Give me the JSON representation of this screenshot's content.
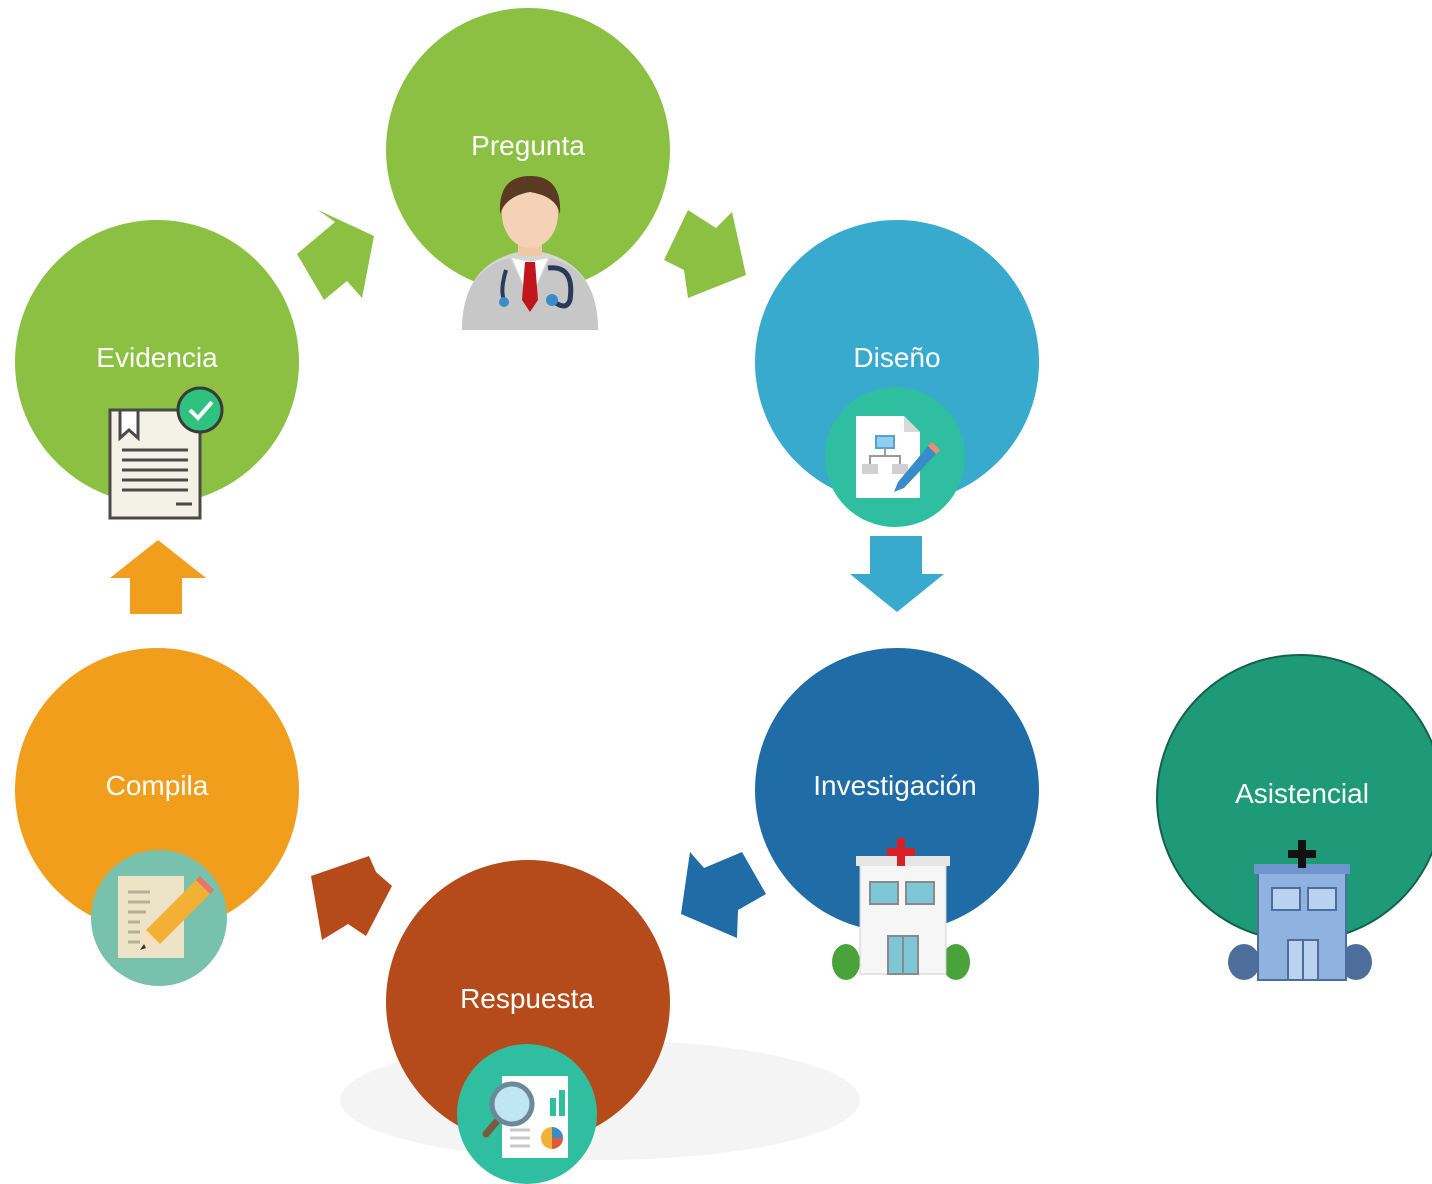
{
  "diagram": {
    "nodes": {
      "pregunta": {
        "label": "Pregunta",
        "color": "#8cc043",
        "icon": "doctor-icon"
      },
      "diseno": {
        "label": "Diseño",
        "color": "#37aacd",
        "icon": "document-edit-icon"
      },
      "investigacion": {
        "label": "Investigación",
        "color": "#1f6ca7",
        "icon": "hospital-icon"
      },
      "respuesta": {
        "label": "Respuesta",
        "color": "#b54a1a",
        "icon": "report-search-icon"
      },
      "compila": {
        "label": "Compila",
        "color": "#f09e1b",
        "icon": "notepad-pencil-icon"
      },
      "evidencia": {
        "label": "Evidencia",
        "color": "#8cc043",
        "icon": "certificate-check-icon"
      },
      "asistencial": {
        "label": "Asistencial",
        "color": "#1e9a78",
        "icon": "hospital-icon"
      }
    },
    "edges": [
      {
        "from": "evidencia",
        "to": "pregunta",
        "color": "#8cc043"
      },
      {
        "from": "pregunta",
        "to": "diseno",
        "color": "#8cc043"
      },
      {
        "from": "diseno",
        "to": "investigacion",
        "color": "#37aacd"
      },
      {
        "from": "investigacion",
        "to": "respuesta",
        "color": "#1f6ca7"
      },
      {
        "from": "respuesta",
        "to": "compila",
        "color": "#b54a1a"
      },
      {
        "from": "compila",
        "to": "evidencia",
        "color": "#f09e1b"
      }
    ],
    "accent_teal": "#2fbfa0"
  }
}
